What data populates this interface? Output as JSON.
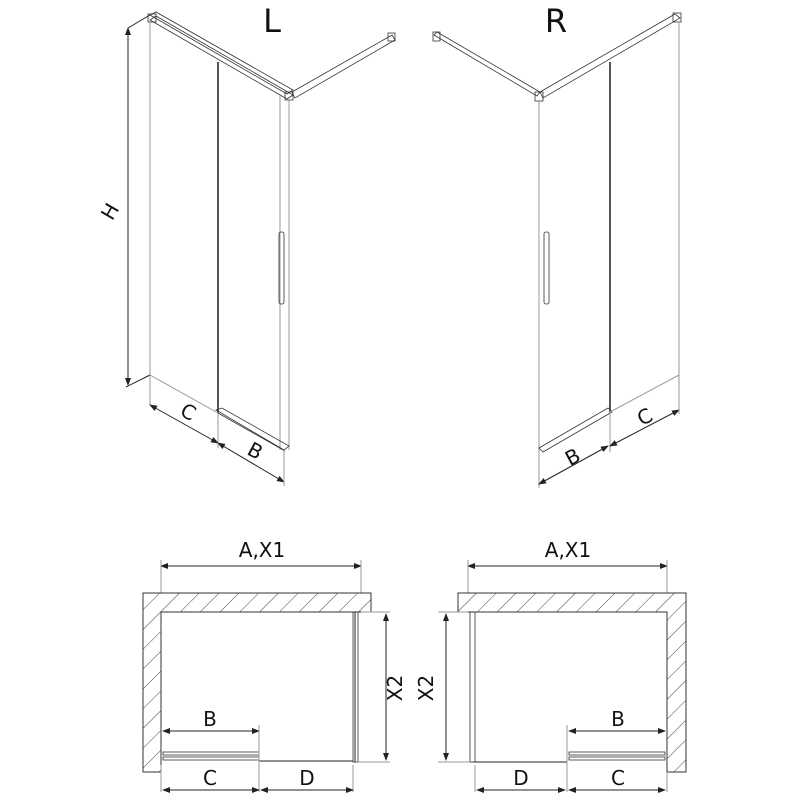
{
  "views": {
    "left_3d": {
      "title": "L",
      "height_label": "H",
      "dim_c": "C",
      "dim_b": "B"
    },
    "right_3d": {
      "title": "R",
      "dim_c": "C",
      "dim_b": "B"
    },
    "left_plan": {
      "width_label": "A,X1",
      "depth_label": "X2",
      "dim_b": "B",
      "dim_c": "C",
      "dim_d": "D"
    },
    "right_plan": {
      "width_label": "A,X1",
      "depth_label": "X2",
      "dim_b": "B",
      "dim_c": "C",
      "dim_d": "D"
    }
  }
}
